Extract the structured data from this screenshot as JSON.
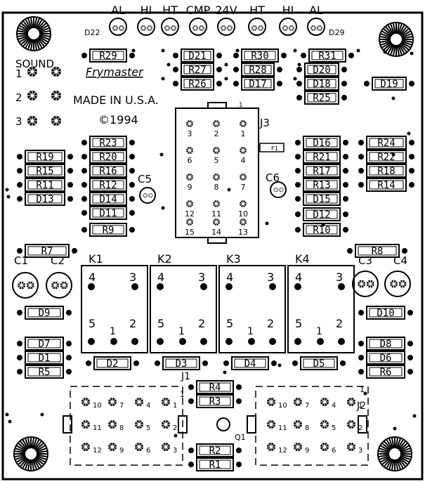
{
  "top_labels": [
    "AL",
    "HI",
    "HT",
    "CMP",
    "24V",
    "HT",
    "HI",
    "AL"
  ],
  "diode_labels": {
    "left": "D22",
    "right": "D29"
  },
  "board": {
    "sound": "SOUND",
    "sound_numbers": [
      "1",
      "2",
      "3"
    ],
    "brand": "Frymaster",
    "made_in": "MADE IN U.S.A.",
    "copyright": "©1994"
  },
  "components": {
    "R29": "R29",
    "D21": "D21",
    "R30": "R30",
    "R31": "R31",
    "R27": "R27",
    "R28": "R28",
    "D20": "D20",
    "R26": "R26",
    "D17": "D17",
    "D18": "D18",
    "D19": "D19",
    "R25": "R25",
    "R23": "R23",
    "R19": "R19",
    "R20": "R20",
    "R15": "R15",
    "R16": "R16",
    "R11": "R11",
    "R12": "R12",
    "D13": "D13",
    "D14": "D14",
    "D11": "D11",
    "R9": "R9",
    "D16": "D16",
    "R24": "R24",
    "R21": "R21",
    "R22": "R22",
    "R17": "R17",
    "R18": "R18",
    "R13": "R13",
    "R14": "R14",
    "D15": "D15",
    "D12": "D12",
    "R10": "R10",
    "R7": "R7",
    "R8": "R8",
    "D9": "D9",
    "D10": "D10",
    "D7": "D7",
    "D8": "D8",
    "D1": "D1",
    "D6": "D6",
    "R5": "R5",
    "R6": "R6",
    "D2": "D2",
    "D3": "D3",
    "D4": "D4",
    "D5": "D5",
    "R4": "R4",
    "R3": "R3",
    "R2": "R2",
    "R1": "R1"
  },
  "caps": {
    "C1": "C1",
    "C2": "C2",
    "C3": "C3",
    "C4": "C4",
    "C5": "C5",
    "C6": "C6"
  },
  "connector_labels": {
    "J3": "J3",
    "F1": "F1",
    "J1": "J1",
    "J2": "J2",
    "Q1": "Q1",
    "J1_pin": "1",
    "J2_pin": "1",
    "J3_pin": "1"
  },
  "j3_pins": [
    "3",
    "2",
    "1",
    "6",
    "5",
    "4",
    "9",
    "8",
    "7",
    "12",
    "11",
    "10",
    "15",
    "14",
    "13"
  ],
  "relays": [
    {
      "name": "K1",
      "pins": [
        "4",
        "3",
        "5",
        "1",
        "2"
      ]
    },
    {
      "name": "K2",
      "pins": [
        "4",
        "3",
        "5",
        "1",
        "2"
      ]
    },
    {
      "name": "K3",
      "pins": [
        "4",
        "3",
        "5",
        "1",
        "2"
      ]
    },
    {
      "name": "K4",
      "pins": [
        "4",
        "3",
        "5",
        "1",
        "2"
      ]
    }
  ],
  "j1_pins": [
    "10",
    "7",
    "4",
    "1",
    "11",
    "8",
    "5",
    "2",
    "12",
    "9",
    "6",
    "3"
  ],
  "j2_pins": [
    "10",
    "7",
    "4",
    "1",
    "11",
    "8",
    "5",
    "2",
    "12",
    "9",
    "6",
    "3"
  ]
}
